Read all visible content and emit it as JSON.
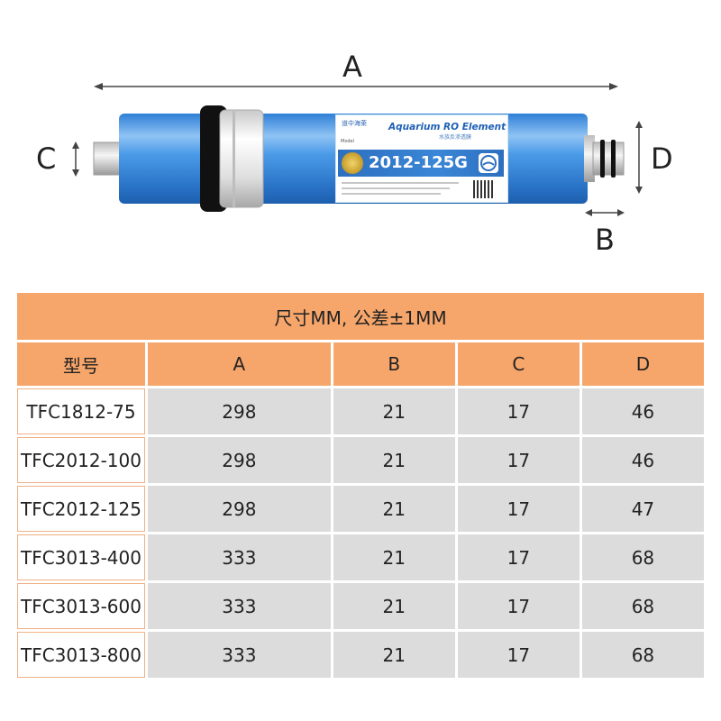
{
  "diagram": {
    "dimension_letters": {
      "a": "A",
      "b": "B",
      "c": "C",
      "d": "D"
    },
    "label": {
      "brand": "道中海萊",
      "title": "Aquarium RO Element",
      "subtitle": "水族反渗透膜",
      "model_tag": "Model",
      "model_number": "2012-125G"
    },
    "colors": {
      "tube": "#3f8fe0",
      "tube_highlight": "#8fc3f4",
      "fitting": "#e9e9e9",
      "ring": "#111111"
    }
  },
  "table": {
    "title": "尺寸MM, 公差±1MM",
    "headers": [
      "型号",
      "A",
      "B",
      "C",
      "D"
    ],
    "rows": [
      {
        "model": "TFC1812-75",
        "a": "298",
        "b": "21",
        "c": "17",
        "d": "46"
      },
      {
        "model": "TFC2012-100",
        "a": "298",
        "b": "21",
        "c": "17",
        "d": "46"
      },
      {
        "model": "TFC2012-125",
        "a": "298",
        "b": "21",
        "c": "17",
        "d": "47"
      },
      {
        "model": "TFC3013-400",
        "a": "333",
        "b": "21",
        "c": "17",
        "d": "68"
      },
      {
        "model": "TFC3013-600",
        "a": "333",
        "b": "21",
        "c": "17",
        "d": "68"
      },
      {
        "model": "TFC3013-800",
        "a": "333",
        "b": "21",
        "c": "17",
        "d": "68"
      }
    ],
    "colors": {
      "header": "#f7a66b",
      "value_cell": "#dcdcdc",
      "model_border": "#f0b084"
    }
  }
}
